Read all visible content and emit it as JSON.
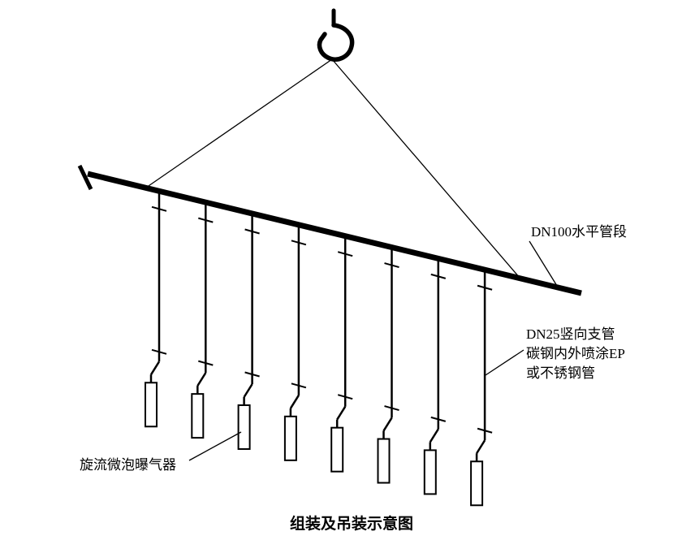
{
  "diagram": {
    "kind": "assembly-and-lifting-schematic",
    "drop_pipe_count": 8,
    "line_color": "#000000",
    "background_color": "#ffffff"
  },
  "labels": {
    "horizontal_pipe": "DN100水平管段",
    "vertical_pipe": [
      "DN25竖向支管",
      "碳钢内外喷涂EP",
      "或不锈钢管"
    ],
    "aerator": "旋流微泡曝气器",
    "title": "组装及吊装示意图"
  }
}
